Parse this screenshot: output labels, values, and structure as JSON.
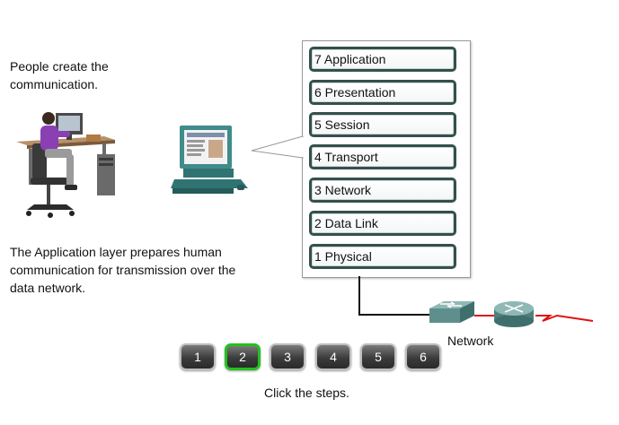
{
  "texts": {
    "people_create": "People create the communication.",
    "app_layer_desc": "The Application layer prepares human communication for transmission over the data network.",
    "network_label": "Network",
    "instruction": "Click the steps."
  },
  "osi_layers": [
    {
      "label": "7 Application"
    },
    {
      "label": "6 Presentation"
    },
    {
      "label": "5 Session"
    },
    {
      "label": "4 Transport"
    },
    {
      "label": "3 Network"
    },
    {
      "label": "2 Data Link"
    },
    {
      "label": "1 Physical"
    }
  ],
  "steps": [
    {
      "label": "1",
      "active": false
    },
    {
      "label": "2",
      "active": true
    },
    {
      "label": "3",
      "active": false
    },
    {
      "label": "4",
      "active": false
    },
    {
      "label": "5",
      "active": false
    },
    {
      "label": "6",
      "active": false
    }
  ],
  "colors": {
    "layer_border": "#34504c",
    "active_step_border": "#22c21f",
    "serial_link": "#e01010",
    "network_device": "#5f8f8c",
    "person_shirt": "#8a3fb2"
  }
}
